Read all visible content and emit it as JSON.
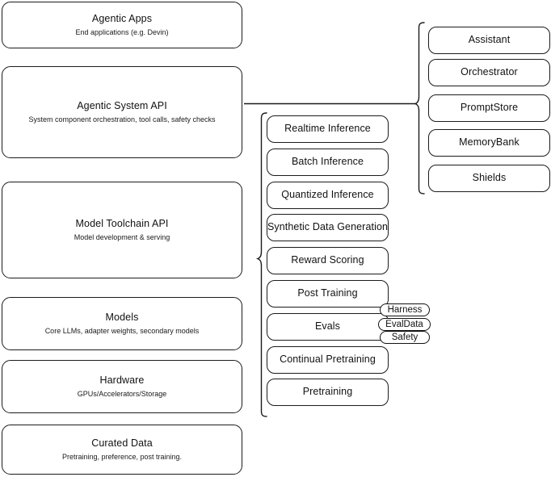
{
  "diagram": {
    "title": "AI Stack Layers Diagram",
    "stroke_color": "#1b1b1b",
    "background_color": "#ffffff"
  },
  "left_stack": {
    "name": "stack-layers",
    "items": [
      {
        "title": "Agentic Apps",
        "subtitle": "End applications (e.g. Devin)"
      },
      {
        "title": "Agentic System API",
        "subtitle": "System component orchestration, tool calls, safety checks"
      },
      {
        "title": "Model Toolchain API",
        "subtitle": "Model development & serving"
      },
      {
        "title": "Models",
        "subtitle": "Core LLMs, adapter weights, secondary models"
      },
      {
        "title": "Hardware",
        "subtitle": "GPUs/Accelerators/Storage"
      },
      {
        "title": "Curated Data",
        "subtitle": "Pretraining, preference, post training."
      }
    ]
  },
  "toolchain_column": {
    "name": "model-toolchain-capabilities",
    "items": [
      {
        "label": "Realtime Inference"
      },
      {
        "label": "Batch Inference"
      },
      {
        "label": "Quantized Inference"
      },
      {
        "label": "Synthetic Data Generation"
      },
      {
        "label": "Reward Scoring"
      },
      {
        "label": "Post Training"
      },
      {
        "label": "Evals"
      },
      {
        "label": "Continual Pretraining"
      },
      {
        "label": "Pretraining"
      }
    ]
  },
  "evals_pills": {
    "name": "evals-subcomponents",
    "items": [
      {
        "label": "Harness"
      },
      {
        "label": "EvalData"
      },
      {
        "label": "Safety"
      }
    ]
  },
  "system_column": {
    "name": "agentic-system-components",
    "items": [
      {
        "label": "Assistant"
      },
      {
        "label": "Orchestrator"
      },
      {
        "label": "PromptStore"
      },
      {
        "label": "MemoryBank"
      },
      {
        "label": "Shields"
      }
    ]
  }
}
